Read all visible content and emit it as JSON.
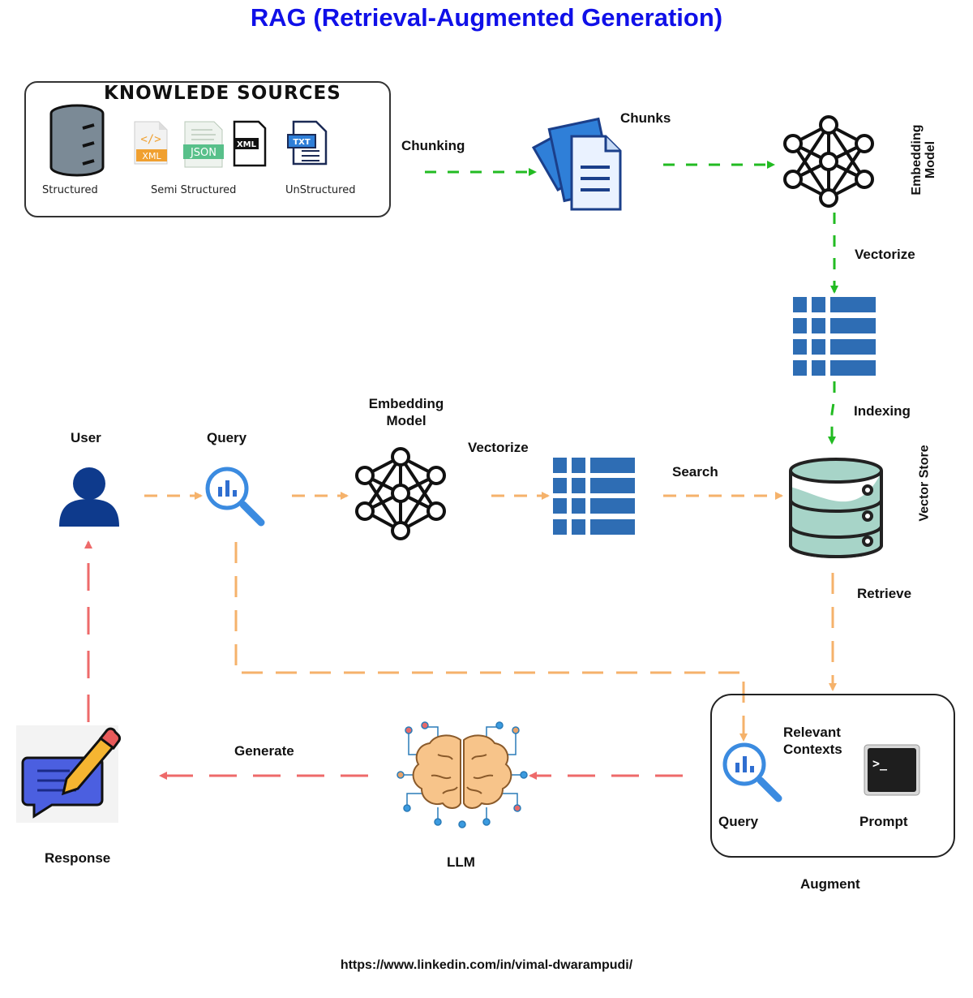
{
  "title": "RAG (Retrieval-Augmented Generation)",
  "knowledge_sources": {
    "title": "KNOWLEDE SOURCES",
    "structured": "Structured",
    "semi_structured": "Semi Structured",
    "unstructured": "UnStructured",
    "icon_xml_tag": "</>",
    "icon_xml": "XML",
    "icon_json": "JSON",
    "icon_xml2": "XML",
    "icon_txt": "TXT"
  },
  "ingest": {
    "chunking": "Chunking",
    "chunks": "Chunks",
    "embedding_model_line1": "Embedding",
    "embedding_model_line2": "Model",
    "vectorize": "Vectorize",
    "indexing": "Indexing"
  },
  "query_flow": {
    "user": "User",
    "query": "Query",
    "embedding_model_line1": "Embedding",
    "embedding_model_line2": "Model",
    "vectorize": "Vectorize",
    "search": "Search",
    "vector_store": "Vector Store",
    "retrieve": "Retrieve"
  },
  "augment": {
    "relevant_line1": "Relevant",
    "relevant_line2": "Contexts",
    "query": "Query",
    "prompt": "Prompt",
    "augment": "Augment",
    "prompt_glyph": ">_"
  },
  "generation": {
    "generate": "Generate",
    "llm": "LLM",
    "response": "Response"
  },
  "footer": "https://www.linkedin.com/in/vimal-dwarampudi/",
  "colors": {
    "title": "#1010e8",
    "green_arrow": "#22bb22",
    "orange_arrow": "#f5b26b",
    "red_arrow": "#ee6a6a",
    "blue_icon": "#2e6db4",
    "user_icon": "#0e3a8c"
  }
}
